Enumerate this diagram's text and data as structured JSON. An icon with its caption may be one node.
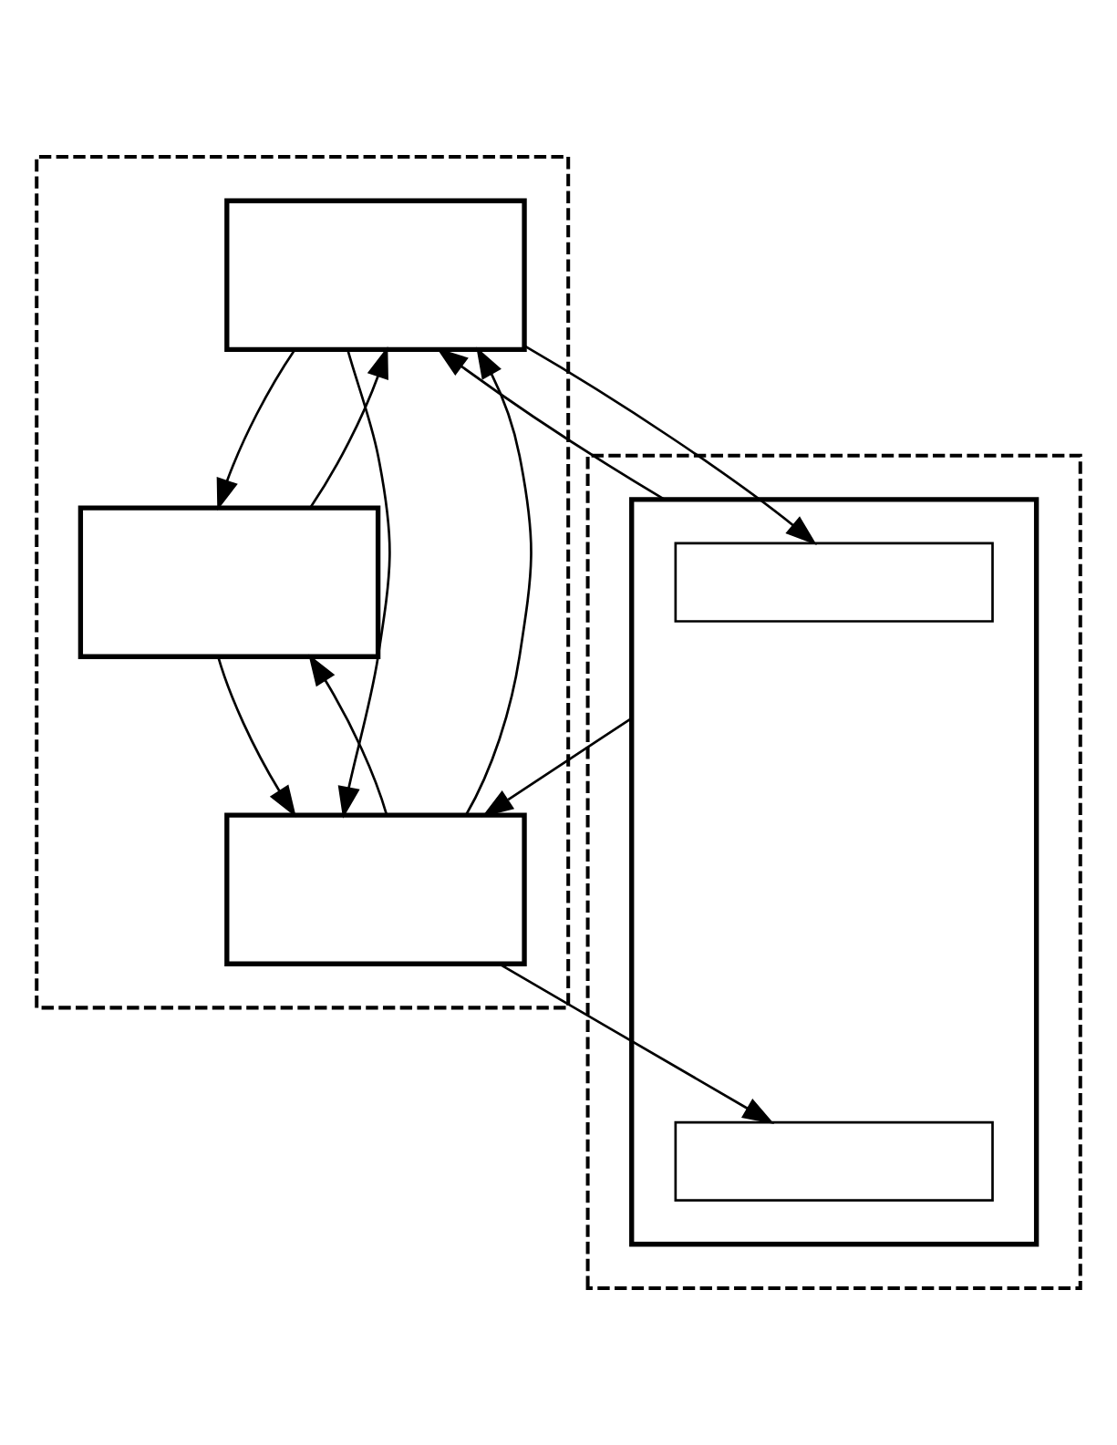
{
  "diagram": {
    "nodes": [
      {
        "text": [],
        "shape": "box"
      },
      {
        "text": [],
        "shape": "box",
        "in": 0
      },
      {
        "text": [],
        "shape": "box",
        "in": 0
      },
      {
        "text": [],
        "shape": "box",
        "in": 0
      },
      {
        "text": [],
        "shape": "box"
      },
      {
        "text": [],
        "shape": "box",
        "in": 4
      },
      {
        "text": [],
        "shape": "box",
        "in": 5
      },
      {
        "text": [],
        "shape": "box",
        "in": 5
      }
    ],
    "edges": [
      {
        "from": 1,
        "to": 6,
        "arrow": "to"
      },
      {
        "from": 3,
        "to": 1,
        "arrow": "to"
      },
      {
        "from": 3,
        "to": 7,
        "arrow": "to"
      },
      {
        "from": 3,
        "to": 2,
        "arrow": "to"
      },
      {
        "from": 2,
        "to": 1,
        "arrow": "to"
      },
      {
        "from": 1,
        "to": 2,
        "arrow": "to"
      },
      {
        "from": 1,
        "to": 3,
        "arrow": "to"
      },
      {
        "from": 2,
        "to": 3,
        "arrow": "to"
      },
      {
        "from": 5,
        "to": 3,
        "arrow": "to"
      },
      {
        "from": 5,
        "to": 1,
        "arrow": "to"
      }
    ]
  }
}
